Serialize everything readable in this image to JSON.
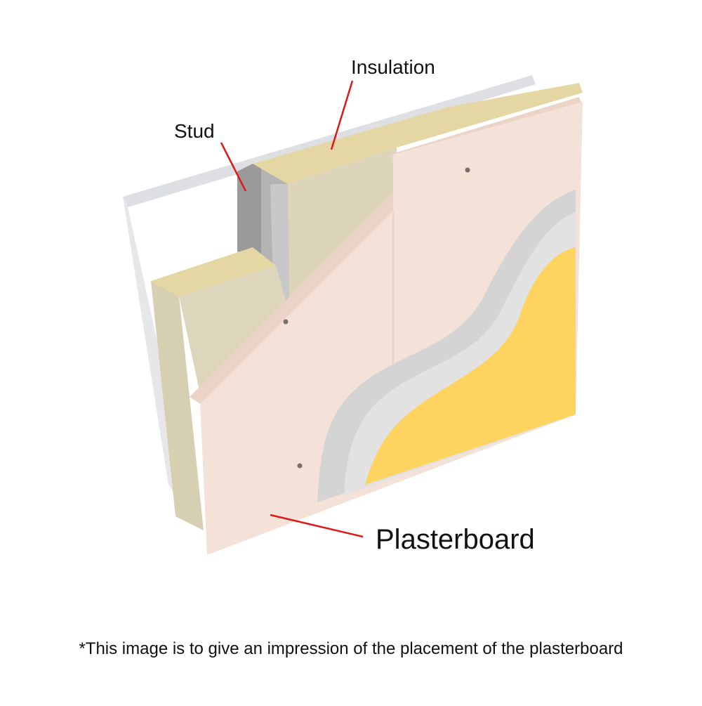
{
  "labels": {
    "insulation": "Insulation",
    "stud": "Stud",
    "plasterboard": "Plasterboard"
  },
  "footnote": "*This image is to give an impression of the placement of the plasterboard",
  "colors": {
    "plasterboard_face": "#F4E1D8",
    "plasterboard_edge": "#ECD3C7",
    "insulation_top": "#E4D7A4",
    "insulation_face": "#DCD5BC",
    "stud_metal": "#A9A9A9",
    "back_board": "#E9E9EB",
    "skim_coat": "#D4D4D4",
    "paint_layer": "#FFD35F",
    "leader_line": "#E01818"
  }
}
